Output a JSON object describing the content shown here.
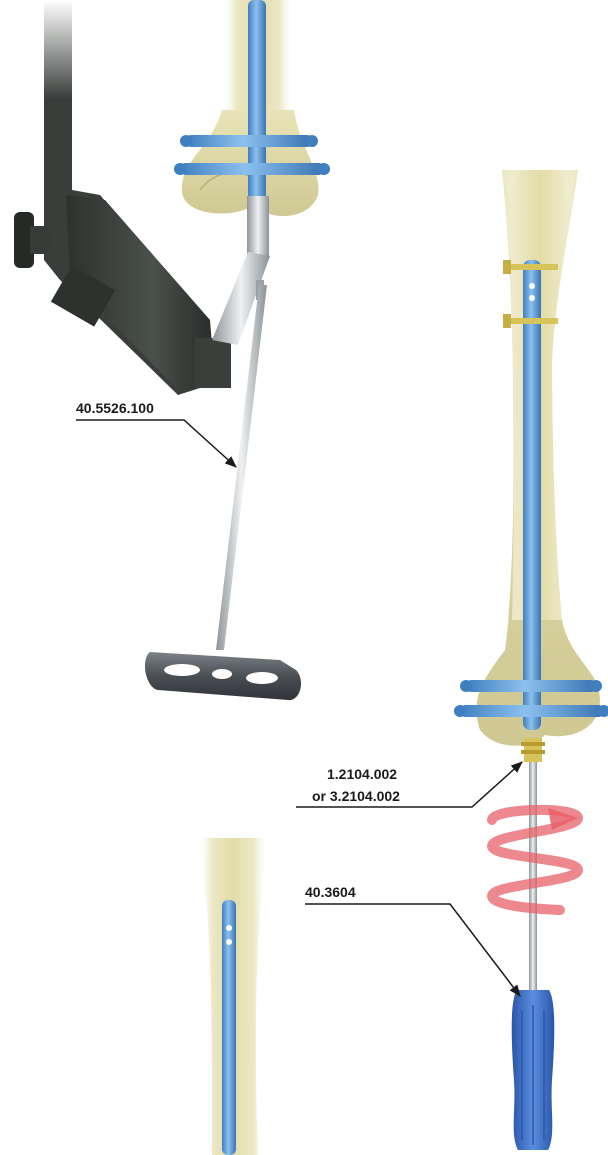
{
  "callouts": {
    "aiming_handle": "40.5526.100",
    "end_cap_line1": "1.2104.002",
    "end_cap_line2": "or 3.2104.002",
    "screwdriver": "40.3604"
  },
  "colors": {
    "bone": "#e8e3b4",
    "bone_shadow": "#c9c28a",
    "nail_blue": "#5a9bd8",
    "nail_blue_dark": "#3a78b8",
    "instrument_dark": "#3f4440",
    "steel": "#c4c9cc",
    "screw_gold": "#d8c25a",
    "spiral_red": "#e8606a",
    "handle_blue": "#3c6fc4"
  },
  "icons": {
    "rotation_indicator": "rotation-spiral-icon"
  }
}
